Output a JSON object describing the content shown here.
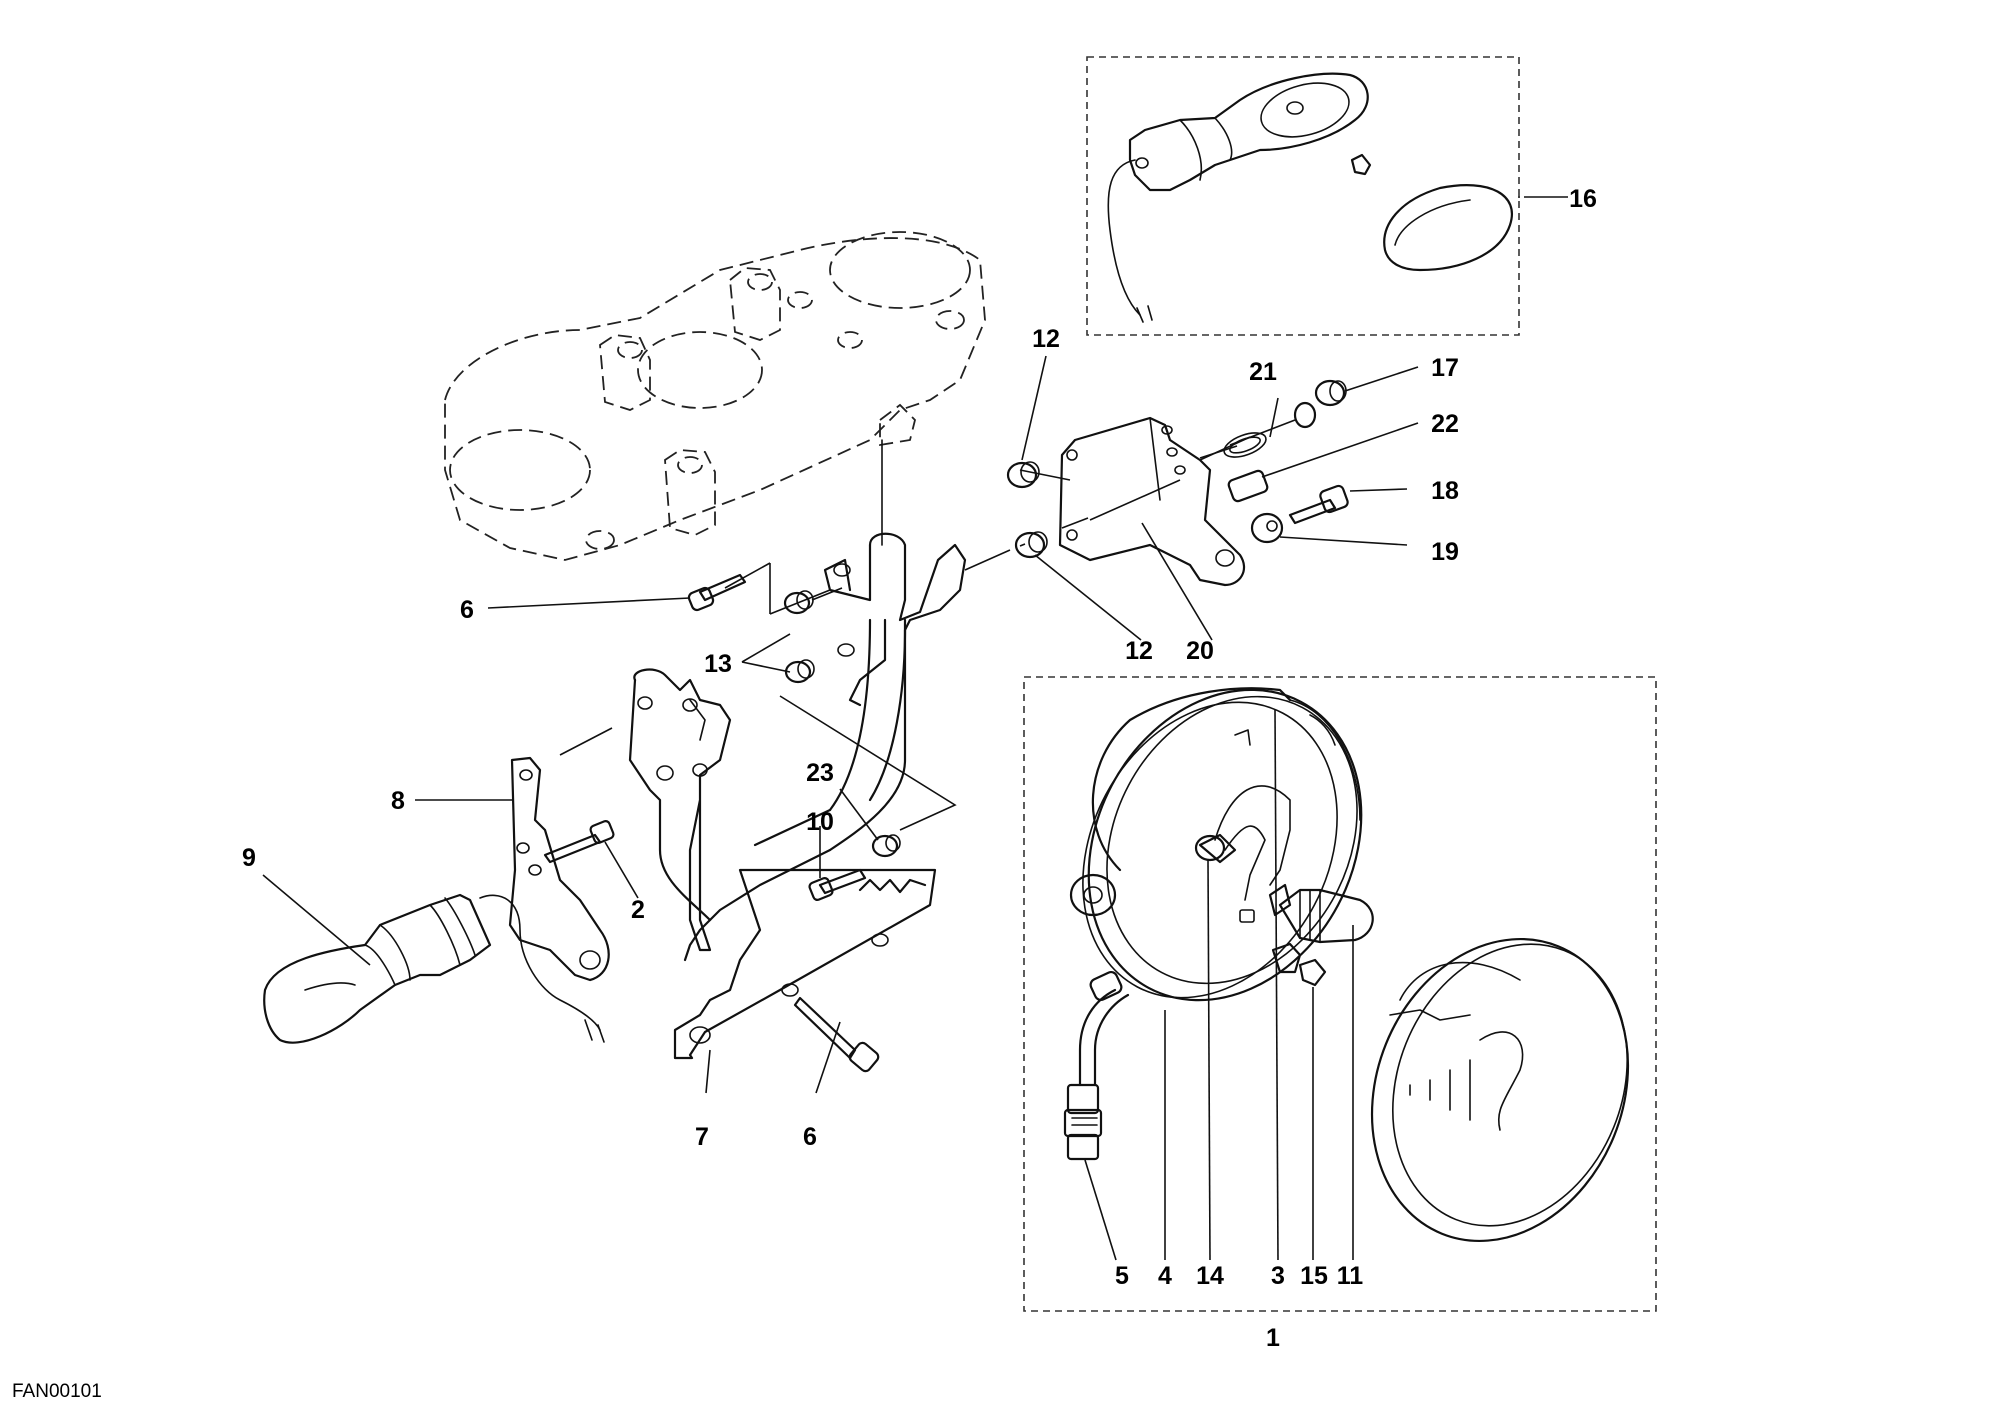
{
  "figure": {
    "drawing_code": "FAN00101",
    "callouts": {
      "c1": "1",
      "c2": "2",
      "c3": "3",
      "c4": "4",
      "c5": "5",
      "c6a": "6",
      "c6b": "6",
      "c7": "7",
      "c8": "8",
      "c9": "9",
      "c10": "10",
      "c11": "11",
      "c12a": "12",
      "c12b": "12",
      "c13": "13",
      "c14": "14",
      "c15": "15",
      "c16": "16",
      "c17": "17",
      "c18": "18",
      "c19": "19",
      "c20": "20",
      "c21": "21",
      "c22": "22",
      "c23": "23"
    }
  }
}
